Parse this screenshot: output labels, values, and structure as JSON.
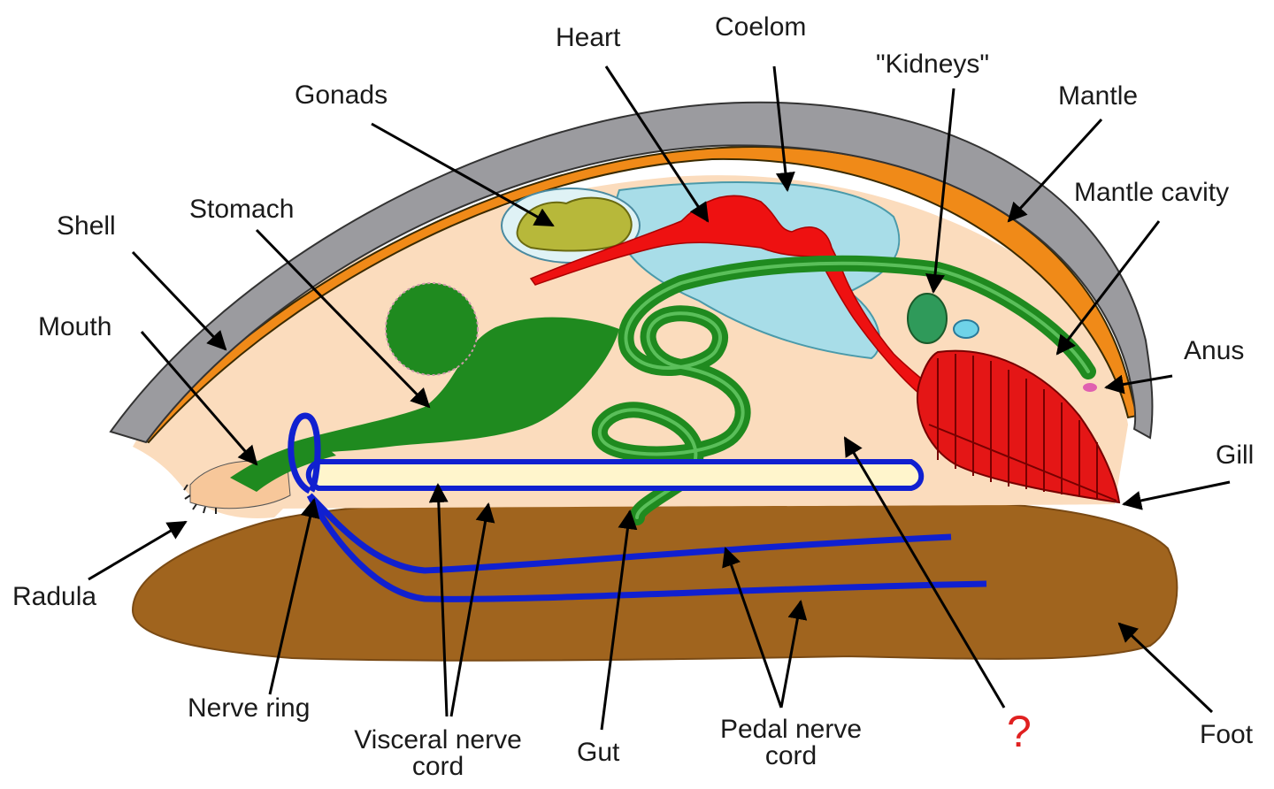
{
  "labels": {
    "heart": "Heart",
    "coelom": "Coelom",
    "kidneys": "\"Kidneys\"",
    "gonads": "Gonads",
    "mantle": "Mantle",
    "stomach": "Stomach",
    "shell": "Shell",
    "mantle_cavity": "Mantle cavity",
    "mouth": "Mouth",
    "anus": "Anus",
    "gill": "Gill",
    "radula": "Radula",
    "nerve_ring": "Nerve ring",
    "visceral_nerve_cord_1": "Visceral nerve",
    "visceral_nerve_cord_2": "cord",
    "gut": "Gut",
    "pedal_nerve_cord_1": "Pedal nerve",
    "pedal_nerve_cord_2": "cord",
    "unknown": "?",
    "foot": "Foot"
  },
  "colors": {
    "shell": "#9b9b9f",
    "mantle_edge": "#f08a18",
    "body": "#fbdcbd",
    "foot": "#a0641e",
    "gut": "#1f8a1f",
    "heart": "#ee1111",
    "coelom": "#a8dde8",
    "gonads": "#b7b83a",
    "nerve": "#1020d0",
    "question": "#e02020"
  }
}
